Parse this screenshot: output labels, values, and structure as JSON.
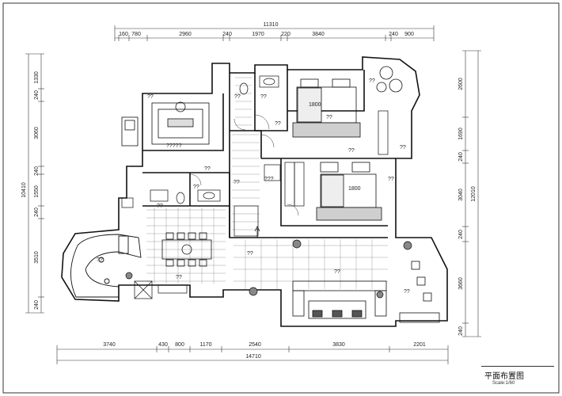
{
  "drawing": {
    "title": "平面布置图",
    "scale": "Scale:1/60"
  },
  "dimensions": {
    "top_total": "11310",
    "top_segments": [
      "160",
      "780",
      "2960",
      "240",
      "1970",
      "220",
      "3840",
      "240",
      "900"
    ],
    "bottom_total": "14710",
    "bottom_segments": [
      "3740",
      "430",
      "800",
      "1170",
      "2540",
      "3830",
      "2201"
    ],
    "left_total": "10410",
    "left_segments": [
      "1330",
      "240",
      "3060",
      "240",
      "1550",
      "240",
      "3510",
      "240"
    ],
    "right_total": "12010",
    "right_segments": [
      "2600",
      "1690",
      "240",
      "3040",
      "240",
      "3660",
      "240"
    ]
  },
  "room_labels": {
    "bed1": "1800",
    "bed2": "1800",
    "marks": [
      "??",
      "??",
      "??",
      "?????",
      "??",
      "??",
      "??",
      "??",
      "??",
      "??",
      "??",
      "??",
      "??",
      "??",
      "??",
      "??",
      "??",
      "??",
      "???",
      "??"
    ]
  }
}
